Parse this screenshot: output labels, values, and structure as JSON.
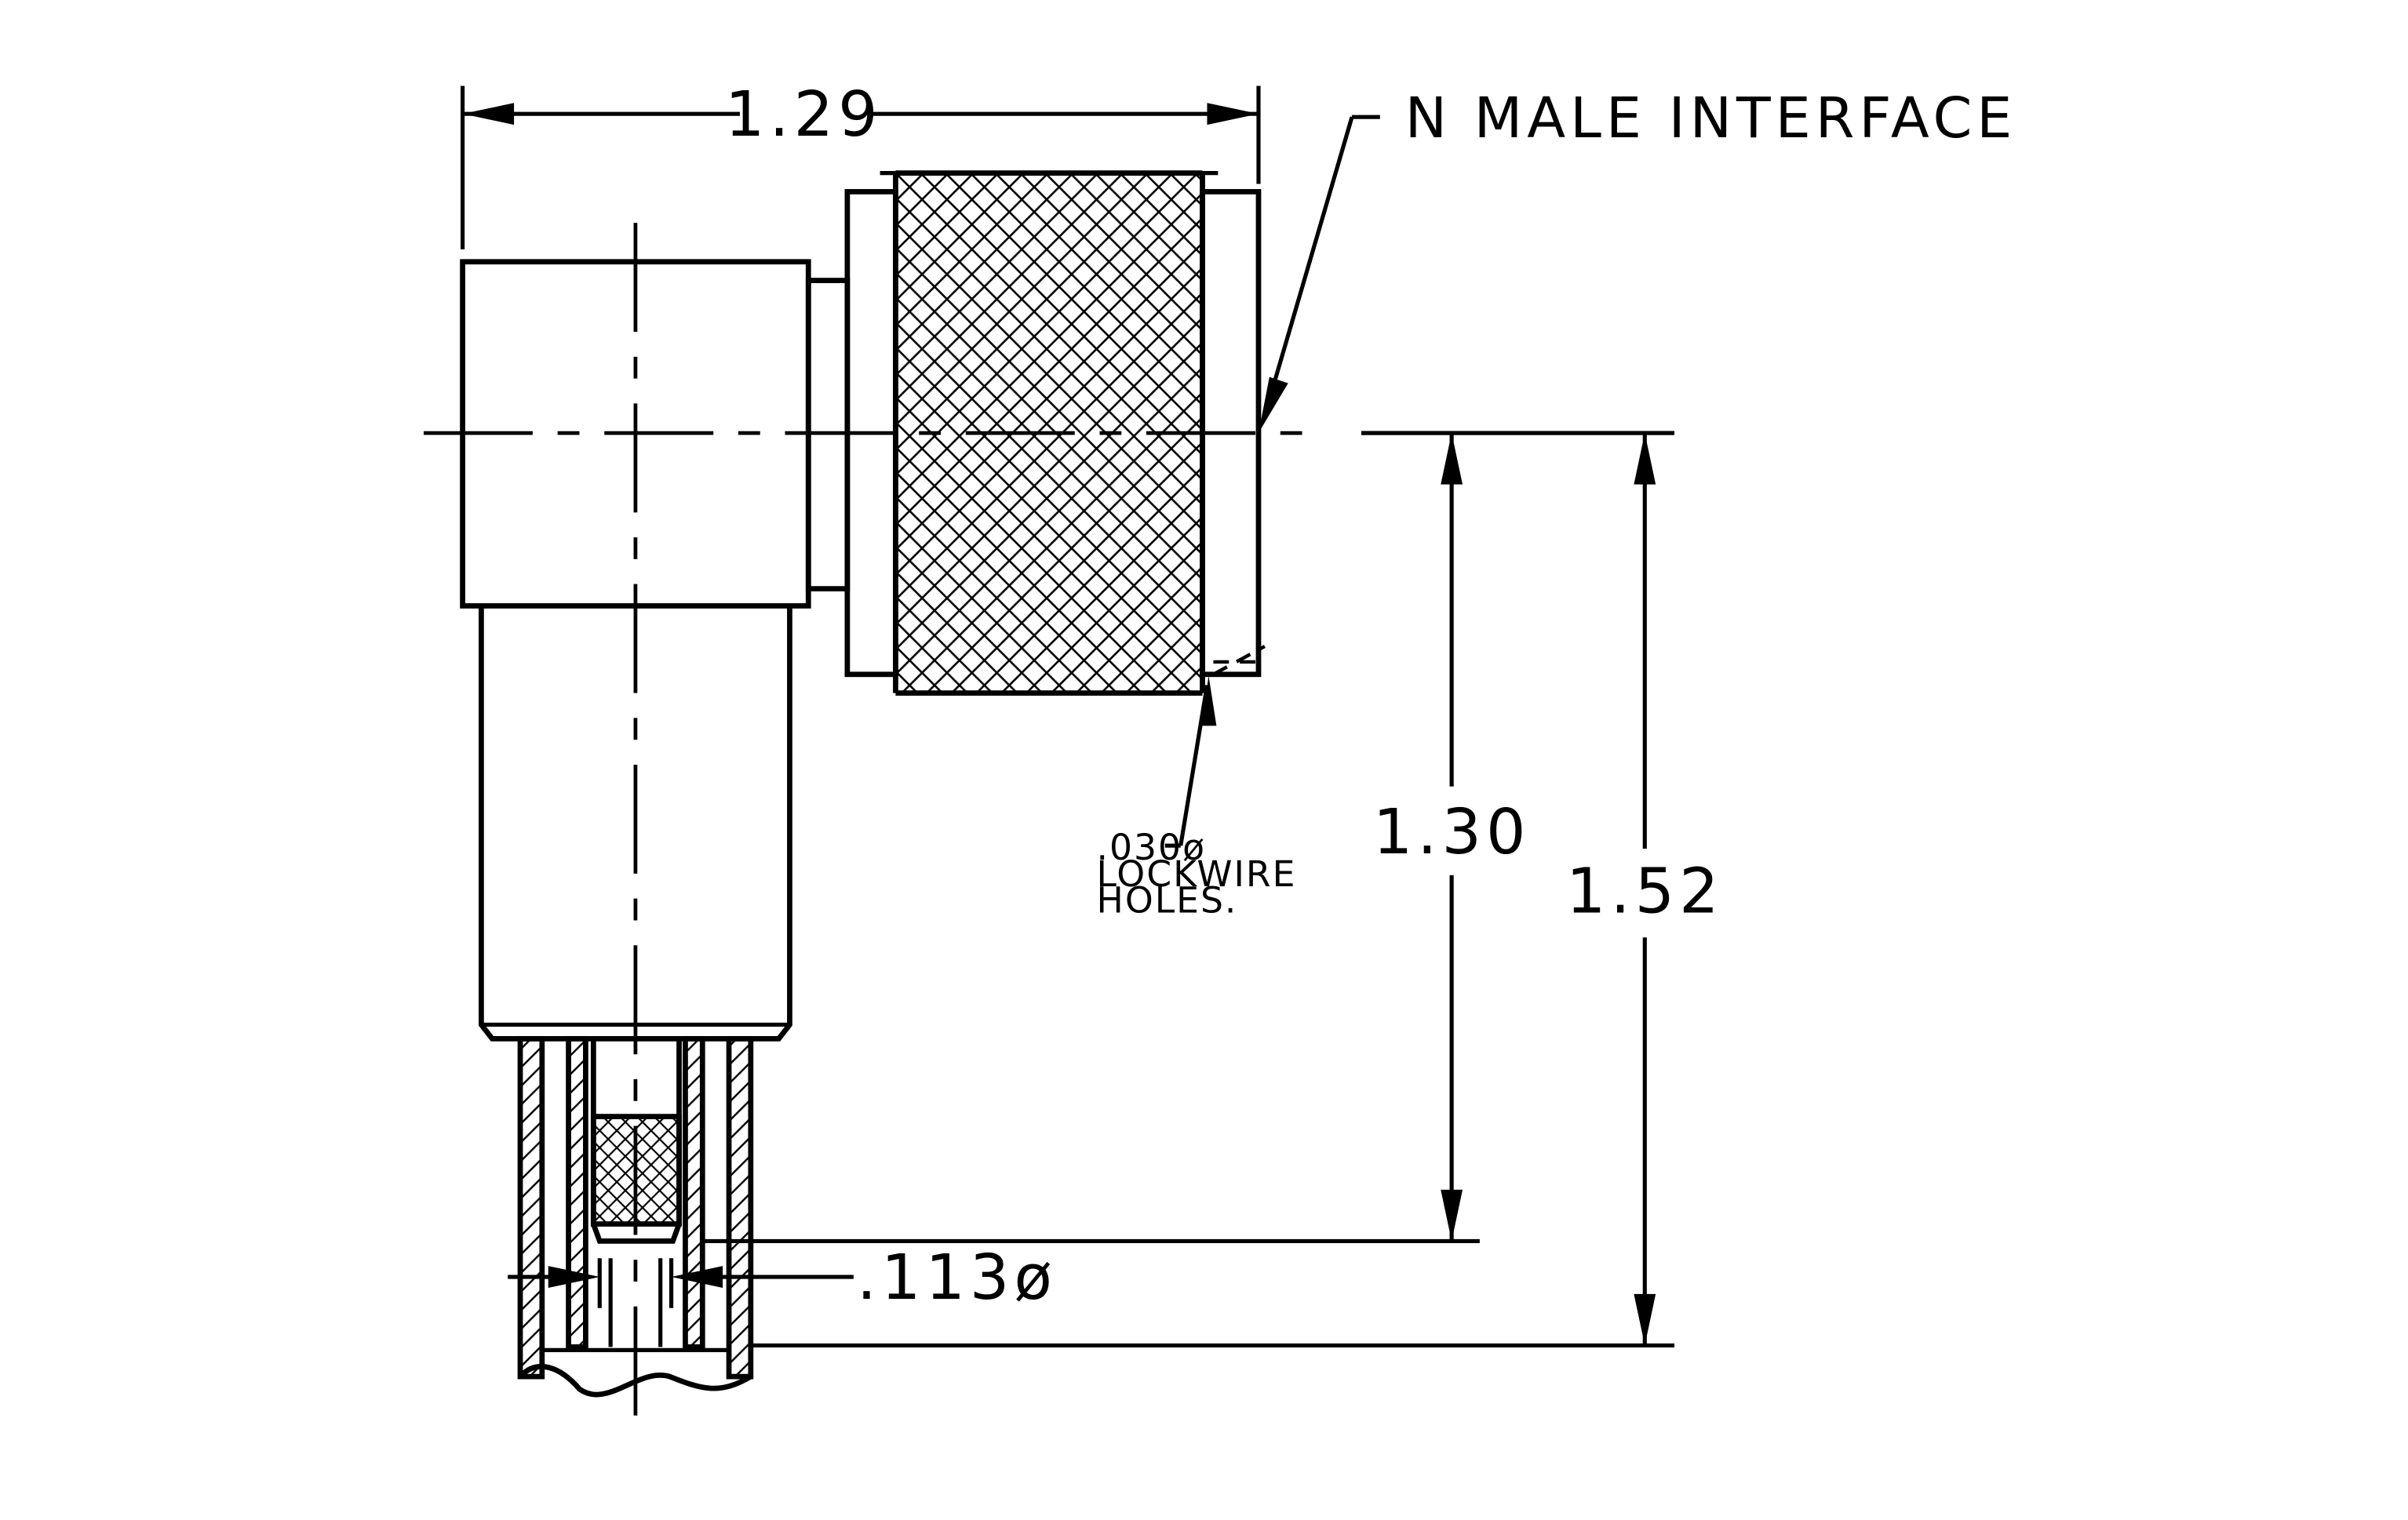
{
  "dimensions": {
    "overall_length": "1.29",
    "center_to_pin_height": "1.30",
    "center_to_end_height": "1.52",
    "cable_diameter": ".113ø"
  },
  "callouts": {
    "interface": "N  MALE  INTERFACE",
    "lockwire_line1": ".030ø",
    "lockwire_line2": "LOCKWIRE",
    "lockwire_line3": "HOLES."
  }
}
